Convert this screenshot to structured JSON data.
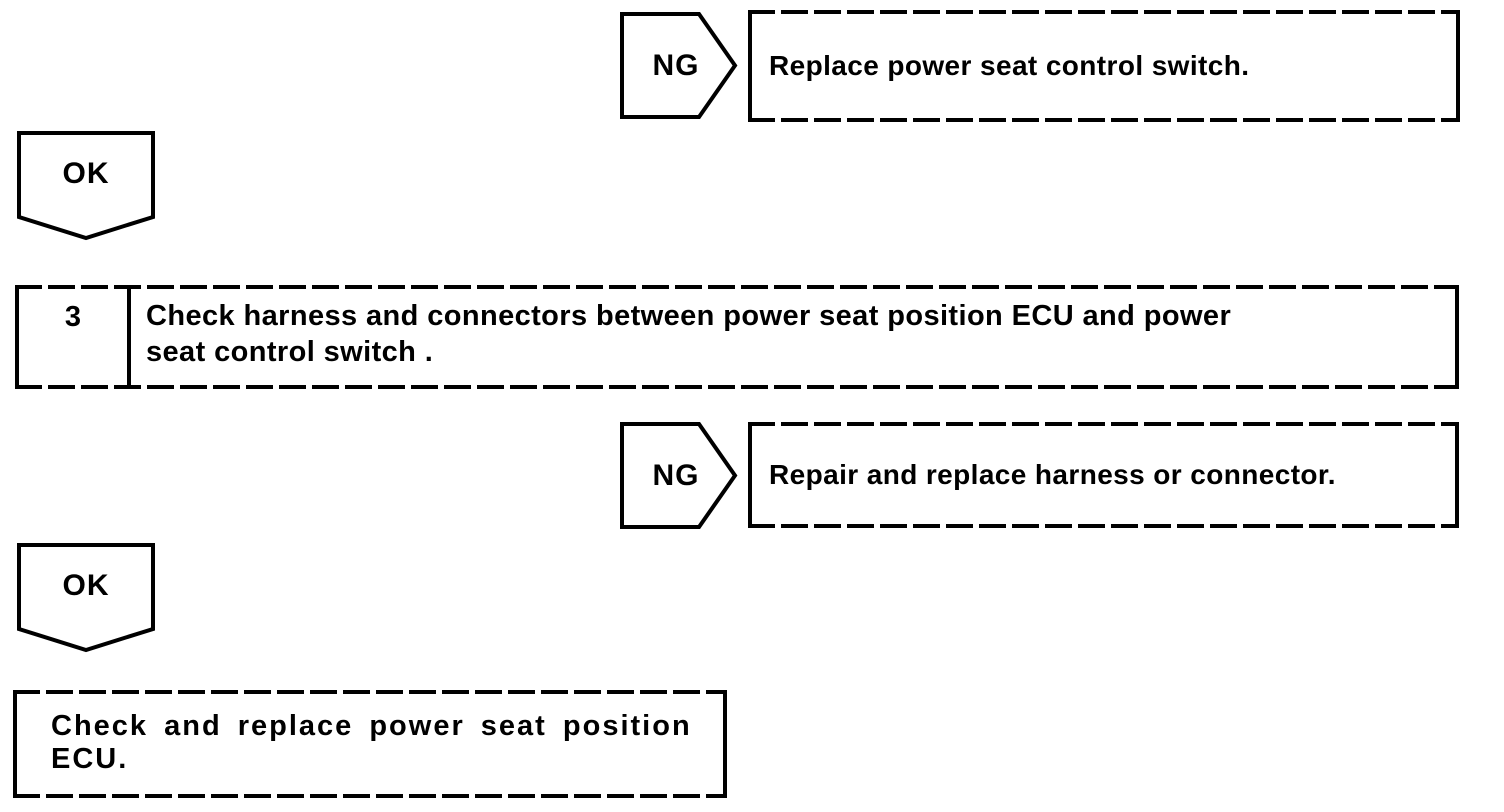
{
  "palette": {
    "ink": "#000000",
    "paper": "#ffffff"
  },
  "flowchart": {
    "branch_no_1": {
      "connector_label": "NG",
      "action": "Replace power seat control switch."
    },
    "ok_1": {
      "connector_label": "OK"
    },
    "step_3": {
      "number": "3",
      "instruction": "Check harness and connectors between power seat position ECU and power\nseat control switch ."
    },
    "branch_no_2": {
      "connector_label": "NG",
      "action": "Repair and replace harness or connector."
    },
    "ok_2": {
      "connector_label": "OK"
    },
    "result": {
      "action": "Check and replace power seat position\nECU."
    }
  }
}
